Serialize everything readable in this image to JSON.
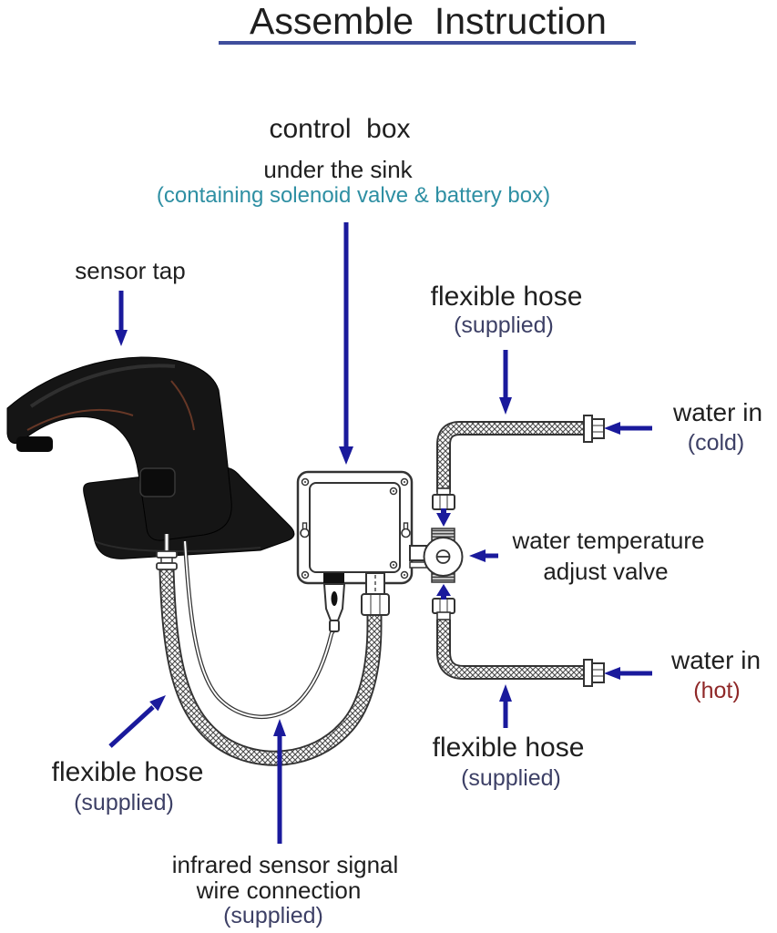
{
  "title": {
    "text": "Assemble  Instruction"
  },
  "diagram": {
    "control_box": {
      "label": "control  box",
      "sub": "under the sink",
      "note": "(containing solenoid valve & battery box)"
    },
    "sensor_tap": {
      "label": "sensor tap"
    },
    "flexible_hose_top": {
      "label": "flexible hose",
      "sub": "(supplied)"
    },
    "water_in_cold": {
      "label": "water in",
      "sub": "(cold)"
    },
    "water_temp_valve": {
      "line1": "water temperature",
      "line2": "adjust valve"
    },
    "water_in_hot": {
      "label": "water in",
      "sub": "(hot)"
    },
    "flexible_hose_right": {
      "label": "flexible hose",
      "sub": "(supplied)"
    },
    "flexible_hose_left": {
      "label": "flexible hose",
      "sub": "(supplied)"
    },
    "infrared_wire": {
      "line1": "infrared sensor signal",
      "line2": "wire connection",
      "line3": "(supplied)"
    }
  },
  "colors": {
    "arrow": "#1a1a9c",
    "underline": "#3f4e9c",
    "teal": "#2e8fa3",
    "navy_text": "#3d4066",
    "hot_red": "#8f2828",
    "text": "#1f1f1f"
  }
}
